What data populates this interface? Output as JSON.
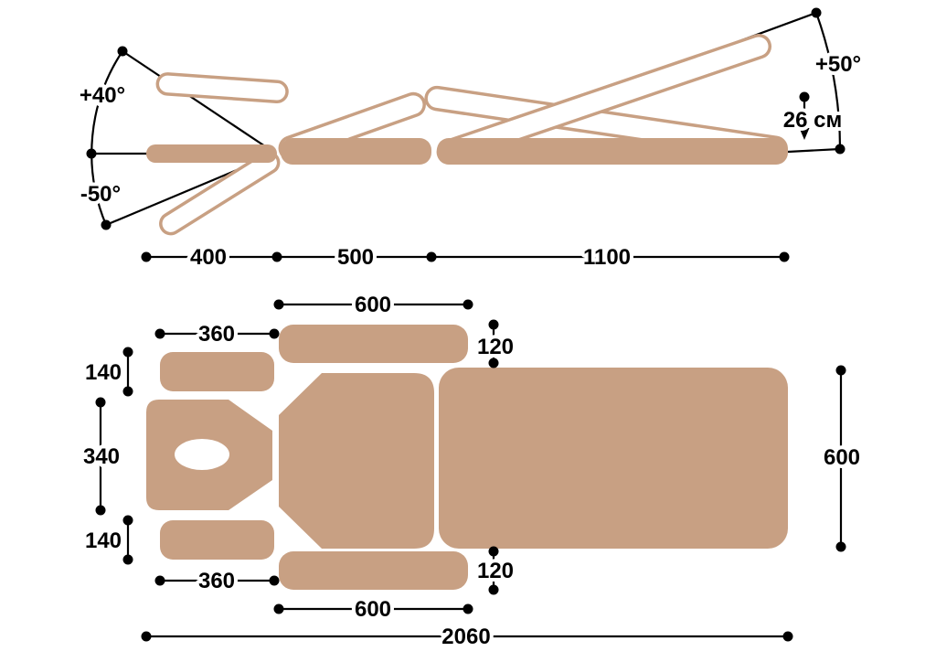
{
  "colors": {
    "upholstery": "#c8a083",
    "flap_outline": "#c8a083",
    "dimension_line": "#000000",
    "label_text": "#000000",
    "background": "#ffffff"
  },
  "side_view": {
    "angle_headrest_up": "+40°",
    "angle_headrest_down": "-50°",
    "angle_backrest_up": "+50°",
    "height_adjustment": "26 см",
    "dim_headrest_length": "400",
    "dim_seat_length": "500",
    "dim_backrest_length": "1100"
  },
  "top_view": {
    "dim_armrest_top_width": "600",
    "dim_headpad_top_width": "360",
    "dim_armrest_top_height": "120",
    "dim_headpad_top_height": "140",
    "dim_headrest_height": "340",
    "dim_headpad_bottom_height": "140",
    "dim_headpad_bottom_width": "360",
    "dim_armrest_bottom_height": "120",
    "dim_armrest_bottom_width": "600",
    "dim_bed_width": "600",
    "dim_total_length": "2060"
  }
}
